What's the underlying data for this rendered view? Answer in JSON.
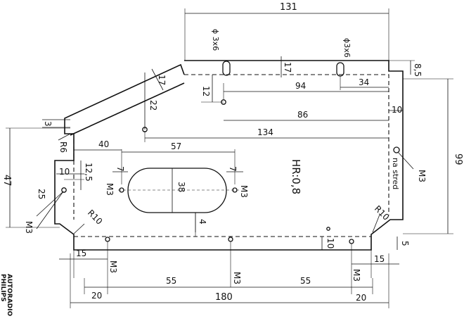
{
  "brand_stamp": {
    "line1": "PHILIPS",
    "line2": "AUTORADIO"
  },
  "note_ratio": "HR:0,8",
  "note_center": "na stred",
  "slot_left": "ϕ 3x6",
  "slot_right": "ϕ3x6",
  "dims": {
    "d131": "131",
    "d180": "180",
    "d99": "99",
    "d47": "47",
    "d94": "94",
    "d86": "86",
    "d134": "134",
    "d57": "57",
    "d40": "40",
    "d38": "38",
    "d55a": "55",
    "d55b": "55",
    "d20a": "20",
    "d20b": "20",
    "d15a": "15",
    "d15b": "15",
    "d12": "12",
    "d22": "22",
    "d17a": "17",
    "d17b": "17",
    "d10a": "10",
    "d10b": "10",
    "d10c": "10",
    "d34": "34",
    "d8_5": "8,5",
    "d3": "3",
    "d12_5": "12,5",
    "d25": "25",
    "d7a": "7",
    "d7b": "7",
    "d4": "4",
    "d5": "5",
    "r6": "R6",
    "r10a": "R10",
    "r10b": "R10"
  },
  "thread_labels": {
    "m3_left": "M3",
    "m3_slot_left": "M3",
    "m3_slot_right": "M3",
    "m3_bottom_left": "M3",
    "m3_bottom_mid": "M3",
    "m3_bottom_right": "M3",
    "m3_right": "M3"
  }
}
